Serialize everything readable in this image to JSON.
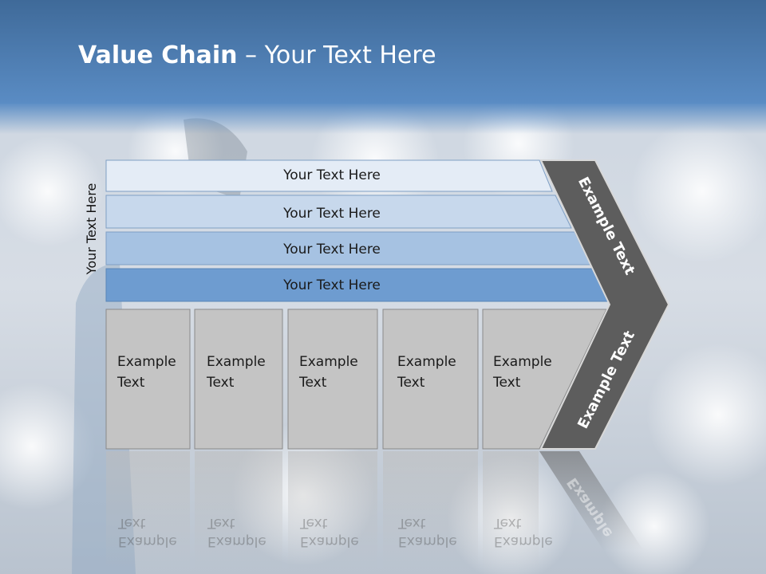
{
  "slide": {
    "title_bold": "Value Chain",
    "title_rest": " – Your Text Here",
    "side_label": "Your Text Here",
    "bars": [
      {
        "label": "Your Text Here"
      },
      {
        "label": "Your Text Here"
      },
      {
        "label": "Your Text Here"
      },
      {
        "label": "Your Text Here"
      }
    ],
    "boxes": [
      {
        "line1": "Example",
        "line2": "Text"
      },
      {
        "line1": "Example",
        "line2": "Text"
      },
      {
        "line1": "Example",
        "line2": "Text"
      },
      {
        "line1": "Example",
        "line2": "Text"
      },
      {
        "line1": "Example",
        "line2": "Text"
      }
    ],
    "arrow_top_label": "Example Text",
    "arrow_bottom_label": "Example Text",
    "colors": {
      "header": "#4f7fb3",
      "bar1": "#e4ecf6",
      "bar2": "#c7d8ec",
      "bar3": "#a6c2e2",
      "bar4": "#6e9cd0",
      "box": "#c4c4c4",
      "arrow": "#5d5d5d"
    }
  }
}
